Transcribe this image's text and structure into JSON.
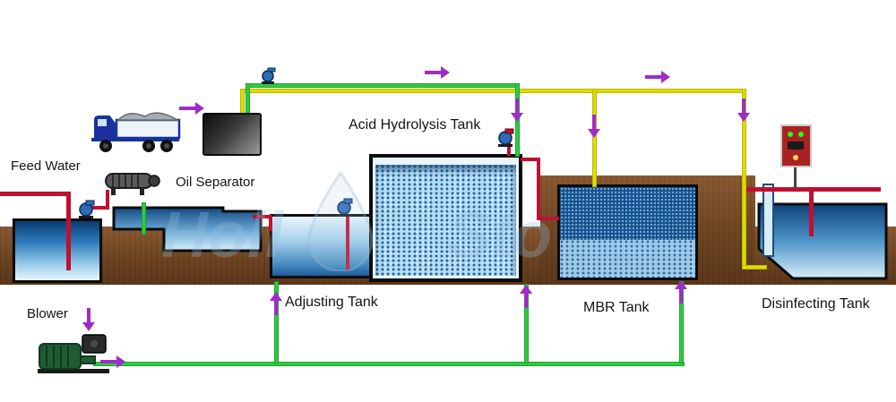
{
  "diagram": {
    "labels": {
      "feed_water": "Feed Water",
      "oil_separator": "Oil Separator",
      "acid_hydrolysis_tank": "Acid Hydrolysis Tank",
      "adjusting_tank": "Adjusting Tank",
      "mbr_tank": "MBR Tank",
      "disinfecting_tank": "Disinfecting Tank",
      "blower": "Blower"
    },
    "watermark": {
      "part1": "Holl",
      "part2": "Sto"
    },
    "colors": {
      "pipe_green": "#2ecc40",
      "pipe_yellow": "#dede00",
      "pipe_red": "#c01030",
      "arrow_purple": "#a02cc8",
      "ground_brown": "#7a4f28",
      "tank_border": "#0b0b0b",
      "water_dark": "#0c4179",
      "water_light": "#d6edfa"
    },
    "icons": [
      "truck-icon",
      "pump-icon",
      "oil-separator-motor-icon",
      "flow-arrow-icon",
      "control-panel-icon",
      "blower-icon",
      "screen-box-icon",
      "watermark-droplet-icon"
    ]
  }
}
